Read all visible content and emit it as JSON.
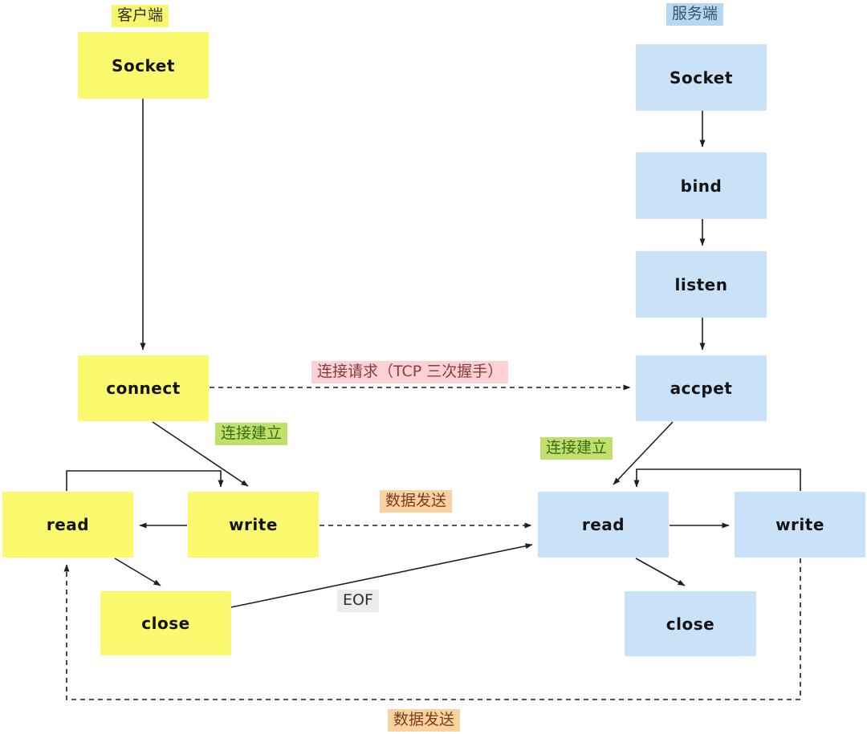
{
  "diagram": {
    "client": {
      "header": "客户端",
      "nodes": {
        "socket": "Socket",
        "connect": "connect",
        "read": "read",
        "write": "write",
        "close": "close"
      }
    },
    "server": {
      "header": "服务端",
      "nodes": {
        "socket": "Socket",
        "bind": "bind",
        "listen": "listen",
        "accpet": "accpet",
        "read": "read",
        "write": "write",
        "close": "close"
      }
    },
    "labels": {
      "conn_request": "连接请求（TCP 三次握手）",
      "conn_established_client": "连接建立",
      "conn_established_server": "连接建立",
      "data_send_top": "数据发送",
      "data_send_bottom": "数据发送",
      "eof": "EOF"
    },
    "colors": {
      "client_fill": "#FBF96E",
      "server_fill": "#C9E2F7",
      "client_header_bg": "#F8F66E",
      "server_header_bg": "#B5D7F2",
      "pink_bg": "#FBD1D5",
      "pink_text": "#8A3B3B",
      "green_bg": "#BFE06B",
      "green_text": "#3C6B16",
      "orange_bg": "#FAD2A0",
      "orange_text": "#7C3D21",
      "gray_bg": "#ECECEC",
      "line": "#1F1F1F"
    }
  }
}
